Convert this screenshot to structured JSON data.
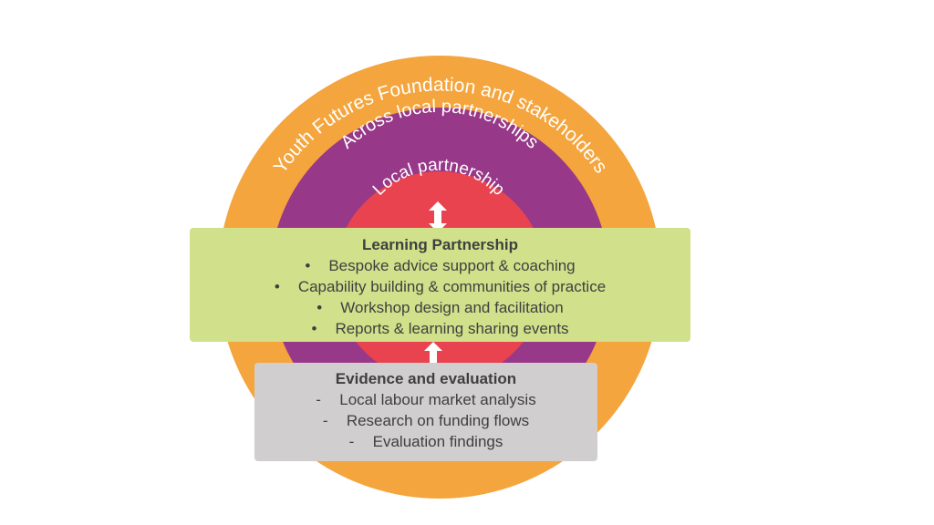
{
  "rings": {
    "outer": {
      "label": "Youth Futures Foundation and stakeholders",
      "color": "#f4a53d"
    },
    "middle": {
      "label": "Across local partnerships",
      "color": "#973888"
    },
    "inner": {
      "label": "Local partnership",
      "color": "#e8434f"
    }
  },
  "learning_partnership": {
    "title": "Learning Partnership",
    "bullet_glyph": "•",
    "items": [
      "Bespoke advice support & coaching",
      "Capability building & communities of practice",
      "Workshop design and facilitation",
      "Reports & learning sharing events"
    ],
    "color": "#d1e08a"
  },
  "evidence_evaluation": {
    "title": "Evidence and evaluation",
    "bullet_glyph": "-",
    "items": [
      "Local labour market analysis",
      "Research on funding flows",
      "Evaluation findings"
    ],
    "color": "#d0cece"
  },
  "arrows": [
    {
      "name": "local-to-learning",
      "direction": "bidirectional-vertical"
    },
    {
      "name": "learning-to-evidence",
      "direction": "bidirectional-vertical"
    }
  ]
}
